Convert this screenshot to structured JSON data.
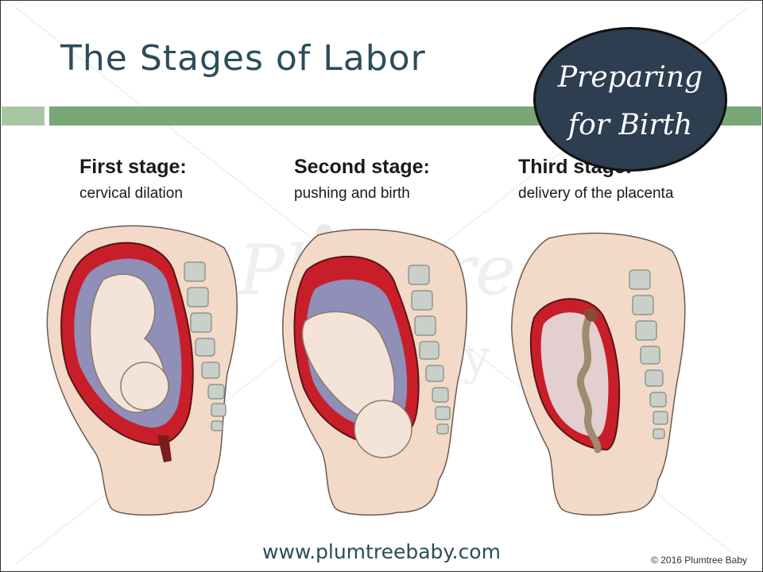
{
  "title": "The Stages of Labor",
  "badge": {
    "line1": "Preparing",
    "line2": "for Birth"
  },
  "watermark": {
    "line1": "Plumtree",
    "line2": "baby"
  },
  "stages": [
    {
      "heading": "First stage:",
      "subtitle": "cervical dilation"
    },
    {
      "heading": "Second stage:",
      "subtitle": "pushing and birth"
    },
    {
      "heading": "Third stage:",
      "subtitle": "delivery of the placenta"
    }
  ],
  "website": "www.plumtreebaby.com",
  "copyright": "© 2016 Plumtree Baby",
  "colors": {
    "title": "#2b4d5a",
    "bar_light": "#a8c6a2",
    "bar_dark": "#7aa776",
    "badge": "#2c3e50",
    "skin": "#f2d9c8",
    "uterus": "#c81e2a",
    "fluid": "#8f8fb8",
    "spine": "#c9cfc9"
  }
}
